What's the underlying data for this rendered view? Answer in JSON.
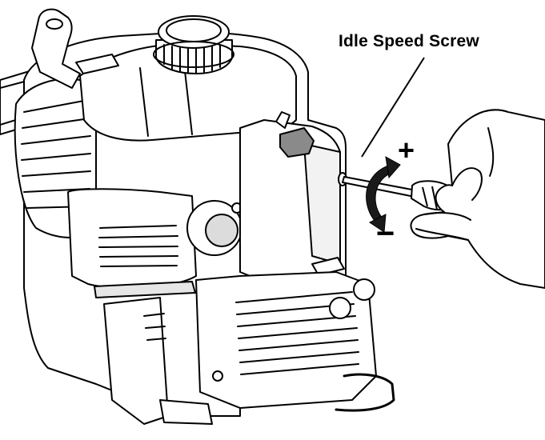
{
  "callout": {
    "label": "Idle Speed Screw"
  },
  "adjust": {
    "increase_symbol": "+",
    "decrease_symbol": "−"
  },
  "colors": {
    "line": "#000000",
    "fill": "#ffffff",
    "shade": "#8a8a8a",
    "dark_arrow": "#1a1a1a"
  },
  "icons": [
    "engine-illustration",
    "fuel-cap",
    "screwdriver",
    "hand",
    "rotation-arrow-icon",
    "leader-line"
  ]
}
